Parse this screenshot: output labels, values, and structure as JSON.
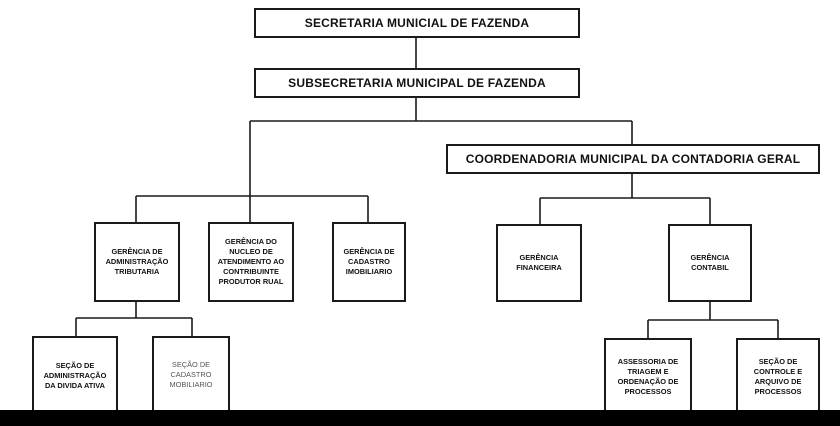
{
  "boxes": {
    "secretaria": "SECRETARIA MUNICIAL DE FAZENDA",
    "subsecretaria": "SUBSECRETARIA MUNICIPAL DE FAZENDA",
    "coordenadoria": "COORDENADORIA MUNICIPAL DA CONTADORIA GERAL",
    "ger_admin_trib": "GERÊNCIA DE\nADMINISTRAÇÃO\nTRIBUTARIA",
    "ger_nucleo": "GERÊNCIA DO\nNUCLEO DE\nATENDIMENTO AO\nCONTRIBUINTE\nPRODUTOR RUAL",
    "ger_cadastro": "GERÊNCIA DE\nCADASTRO\nIMOBILIARIO",
    "ger_financeira": "GERÊNCIA\nFINANCEIRA",
    "ger_contabil": "GERÊNCIA\nCONTABIL",
    "sec_divida": "SEÇÃO DE\nADMINISTRAÇÃO\nDA DIVIDA ATIVA",
    "sec_mobiliario": "SEÇÃO DE\nCADASTRO\nMOBILIARIO",
    "assessoria": "ASSESSORIA DE\nTRIAGEM E\nORDENAÇÃO DE\nPROCESSOS",
    "sec_controle": "SEÇÃO DE\nCONTROLE E\nARQUIVO DE\nPROCESSOS"
  }
}
